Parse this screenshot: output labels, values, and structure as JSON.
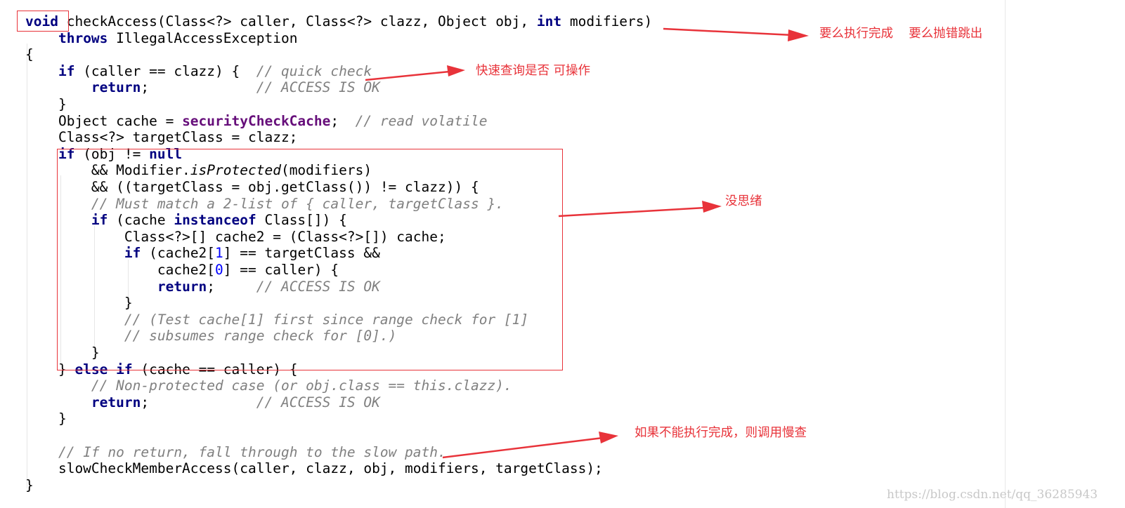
{
  "code": {
    "lines": [
      [
        {
          "t": "void",
          "c": "kw"
        },
        {
          "t": " checkAccess(Class<?> caller, Class<?> clazz, Object obj, "
        },
        {
          "t": "int",
          "c": "kw"
        },
        {
          "t": " modifiers)"
        }
      ],
      [
        {
          "t": "    "
        },
        {
          "t": "throws",
          "c": "kw"
        },
        {
          "t": " IllegalAccessException"
        }
      ],
      [
        {
          "t": "{"
        }
      ],
      [
        {
          "t": "    "
        },
        {
          "t": "if",
          "c": "kw"
        },
        {
          "t": " (caller == clazz) {  "
        },
        {
          "t": "// quick check",
          "c": "cm"
        }
      ],
      [
        {
          "t": "        "
        },
        {
          "t": "return",
          "c": "kw"
        },
        {
          "t": ";             "
        },
        {
          "t": "// ACCESS IS OK",
          "c": "cm"
        }
      ],
      [
        {
          "t": "    }"
        }
      ],
      [
        {
          "t": "    Object cache = "
        },
        {
          "t": "securityCheckCache",
          "c": "fld"
        },
        {
          "t": ";  "
        },
        {
          "t": "// read volatile",
          "c": "cm"
        }
      ],
      [
        {
          "t": "    Class<?> targetClass = clazz;"
        }
      ],
      [
        {
          "t": "    "
        },
        {
          "t": "if",
          "c": "kw"
        },
        {
          "t": " (obj != "
        },
        {
          "t": "null",
          "c": "kw"
        }
      ],
      [
        {
          "t": "        && Modifier."
        },
        {
          "t": "isProtected",
          "c": "it"
        },
        {
          "t": "(modifiers)"
        }
      ],
      [
        {
          "t": "        && ((targetClass = obj.getClass()) != clazz)) {"
        }
      ],
      [
        {
          "t": "        "
        },
        {
          "t": "// Must match a 2-list of { caller, targetClass }.",
          "c": "cm"
        }
      ],
      [
        {
          "t": "        "
        },
        {
          "t": "if",
          "c": "kw"
        },
        {
          "t": " (cache "
        },
        {
          "t": "instanceof",
          "c": "kw"
        },
        {
          "t": " Class[]) {"
        }
      ],
      [
        {
          "t": "            Class<?>[] cache2 = (Class<?>[]) cache;"
        }
      ],
      [
        {
          "t": "            "
        },
        {
          "t": "if",
          "c": "kw"
        },
        {
          "t": " (cache2["
        },
        {
          "t": "1",
          "c": "num"
        },
        {
          "t": "] == targetClass &&"
        }
      ],
      [
        {
          "t": "                cache2["
        },
        {
          "t": "0",
          "c": "num"
        },
        {
          "t": "] == caller) {"
        }
      ],
      [
        {
          "t": "                "
        },
        {
          "t": "return",
          "c": "kw"
        },
        {
          "t": ";     "
        },
        {
          "t": "// ACCESS IS OK",
          "c": "cm"
        }
      ],
      [
        {
          "t": "            }"
        }
      ],
      [
        {
          "t": "            "
        },
        {
          "t": "// (Test cache[1] first since range check for [1]",
          "c": "cm"
        }
      ],
      [
        {
          "t": "            "
        },
        {
          "t": "// subsumes range check for [0].)",
          "c": "cm"
        }
      ],
      [
        {
          "t": "        }"
        }
      ],
      [
        {
          "t": "    } "
        },
        {
          "t": "else",
          "c": "kw"
        },
        {
          "t": " "
        },
        {
          "t": "if",
          "c": "kw"
        },
        {
          "t": " (cache == caller) {"
        }
      ],
      [
        {
          "t": "        "
        },
        {
          "t": "// Non-protected case (or obj.class == this.clazz).",
          "c": "cm"
        }
      ],
      [
        {
          "t": "        "
        },
        {
          "t": "return",
          "c": "kw"
        },
        {
          "t": ";             "
        },
        {
          "t": "// ACCESS IS OK",
          "c": "cm"
        }
      ],
      [
        {
          "t": "    }"
        }
      ],
      [
        {
          "t": ""
        }
      ],
      [
        {
          "t": "    "
        },
        {
          "t": "// If no return, fall through to the slow path.",
          "c": "cm"
        }
      ],
      [
        {
          "t": "    slowCheckMemberAccess(caller, clazz, obj, modifiers, targetClass);"
        }
      ],
      [
        {
          "t": "}"
        }
      ]
    ]
  },
  "annotations": {
    "method_note": "要么执行完成    要么抛错跳出",
    "quick_check_note": "快速查询是否 可操作",
    "cache_block_note": "没思绪",
    "slow_path_note": "如果不能执行完成，则调用慢查"
  },
  "colors": {
    "annotation": "#e8333a",
    "keyword": "#000080",
    "comment": "#808080",
    "number": "#0000ff",
    "field": "#660e7a"
  },
  "watermark": "https://blog.csdn.net/qq_36285943"
}
